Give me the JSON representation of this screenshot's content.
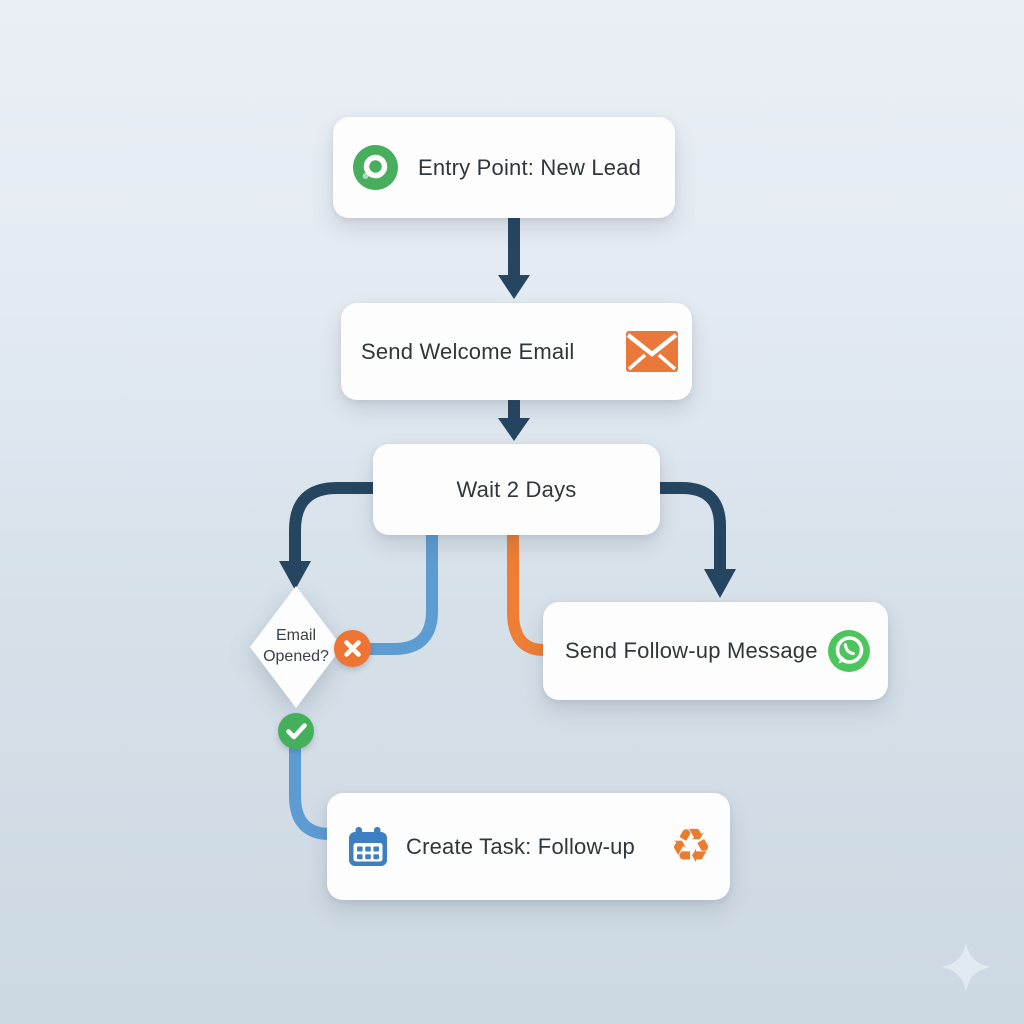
{
  "nodes": {
    "entry": {
      "label": "Entry Point: New Lead"
    },
    "welcome_email": {
      "label": "Send Welcome Email"
    },
    "wait": {
      "label": "Wait 2 Days"
    },
    "email_opened": {
      "line1": "Email",
      "line2": "Opened?"
    },
    "followup_message": {
      "label": "Send Follow-up Message"
    },
    "create_task": {
      "label": "Create Task: Follow-up"
    }
  },
  "icons": {
    "recycle_glyph": "♻"
  },
  "edges": [
    {
      "from": "entry",
      "to": "welcome_email",
      "style": "navy-arrow"
    },
    {
      "from": "welcome_email",
      "to": "wait",
      "style": "navy-arrow"
    },
    {
      "from": "wait",
      "to": "email_opened",
      "style": "navy-arrow"
    },
    {
      "from": "wait",
      "to": "followup_message",
      "style": "navy-arrow"
    },
    {
      "from": "wait",
      "to": "email_opened-no-badge",
      "style": "blue-line"
    },
    {
      "from": "wait",
      "to": "followup_message",
      "style": "orange-line"
    },
    {
      "from": "email_opened-yes-badge",
      "to": "create_task",
      "style": "blue-line"
    }
  ],
  "colors": {
    "navy": "#264560",
    "blue": "#5d9cd3",
    "orange": "#ee7e35",
    "entry_green": "#47ae5e",
    "whatsapp_green": "#4cc55c",
    "envelope_orange": "#e9783a",
    "calendar_blue": "#3d7fc1",
    "recycle_orange": "#e97c2e",
    "badge_no_orange": "#ee7434",
    "badge_yes_green": "#44b05b",
    "node_bg": "#fdfdfe",
    "text": "#2f363c",
    "sparkle": "#e3eaf2"
  }
}
